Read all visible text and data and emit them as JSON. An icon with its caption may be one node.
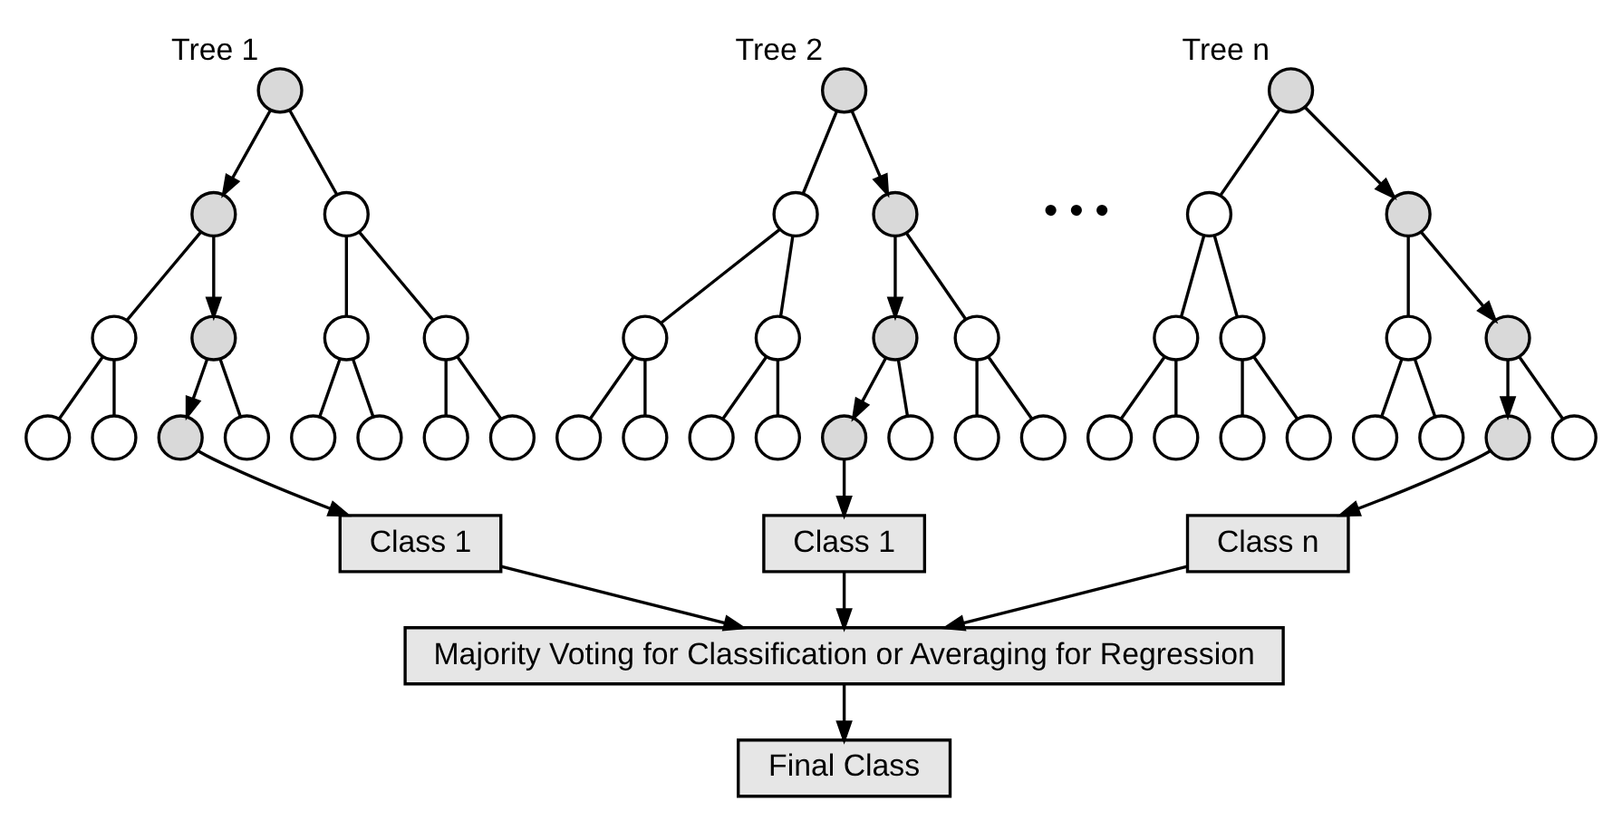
{
  "diagram": {
    "nodes": [
      {
        "text": [],
        "shape": "circle",
        "beside": [
          "Tree 1"
        ]
      },
      {
        "text": [],
        "shape": "circle"
      },
      {
        "text": [],
        "shape": "circle"
      },
      {
        "text": [],
        "shape": "circle"
      },
      {
        "text": [],
        "shape": "circle"
      },
      {
        "text": [],
        "shape": "circle"
      },
      {
        "text": [],
        "shape": "circle"
      },
      {
        "text": [],
        "shape": "circle"
      },
      {
        "text": [],
        "shape": "circle"
      },
      {
        "text": [],
        "shape": "circle"
      },
      {
        "text": [],
        "shape": "circle"
      },
      {
        "text": [],
        "shape": "circle"
      },
      {
        "text": [],
        "shape": "circle"
      },
      {
        "text": [],
        "shape": "circle"
      },
      {
        "text": [],
        "shape": "circle"
      },
      {
        "text": [],
        "shape": "circle",
        "beside": [
          "Tree 2"
        ]
      },
      {
        "text": [],
        "shape": "circle"
      },
      {
        "text": [],
        "shape": "circle"
      },
      {
        "text": [],
        "shape": "circle"
      },
      {
        "text": [],
        "shape": "circle"
      },
      {
        "text": [],
        "shape": "circle"
      },
      {
        "text": [],
        "shape": "circle"
      },
      {
        "text": [],
        "shape": "circle"
      },
      {
        "text": [],
        "shape": "circle"
      },
      {
        "text": [],
        "shape": "circle"
      },
      {
        "text": [],
        "shape": "circle"
      },
      {
        "text": [],
        "shape": "circle"
      },
      {
        "text": [],
        "shape": "circle"
      },
      {
        "text": [],
        "shape": "circle"
      },
      {
        "text": [],
        "shape": "circle"
      },
      {
        "text": [],
        "shape": "circle",
        "beside": [
          "Tree n"
        ]
      },
      {
        "text": [],
        "shape": "circle"
      },
      {
        "text": [],
        "shape": "circle"
      },
      {
        "text": [],
        "shape": "circle"
      },
      {
        "text": [],
        "shape": "circle"
      },
      {
        "text": [],
        "shape": "circle"
      },
      {
        "text": [],
        "shape": "circle"
      },
      {
        "text": [],
        "shape": "circle"
      },
      {
        "text": [],
        "shape": "circle"
      },
      {
        "text": [],
        "shape": "circle"
      },
      {
        "text": [],
        "shape": "circle"
      },
      {
        "text": [],
        "shape": "circle"
      },
      {
        "text": [],
        "shape": "circle"
      },
      {
        "text": [],
        "shape": "circle"
      },
      {
        "text": [],
        "shape": "circle"
      },
      {
        "text": [
          "Class 1"
        ]
      },
      {
        "text": [
          "Class 1"
        ]
      },
      {
        "text": [
          "Class n"
        ]
      },
      {
        "text": [
          "Majority Voting for Classification or Averaging for Regression"
        ]
      },
      {
        "text": [
          "Final Class"
        ]
      }
    ],
    "edges": [
      {
        "from": 0,
        "to": 1,
        "arrow": "to"
      },
      {
        "from": 0,
        "to": 2,
        "arrow": "none"
      },
      {
        "from": 1,
        "to": 3,
        "arrow": "none"
      },
      {
        "from": 1,
        "to": 4,
        "arrow": "to"
      },
      {
        "from": 2,
        "to": 5,
        "arrow": "none"
      },
      {
        "from": 2,
        "to": 6,
        "arrow": "none"
      },
      {
        "from": 3,
        "to": 7,
        "arrow": "none"
      },
      {
        "from": 3,
        "to": 8,
        "arrow": "none"
      },
      {
        "from": 4,
        "to": 9,
        "arrow": "to"
      },
      {
        "from": 4,
        "to": 10,
        "arrow": "none"
      },
      {
        "from": 5,
        "to": 11,
        "arrow": "none"
      },
      {
        "from": 5,
        "to": 12,
        "arrow": "none"
      },
      {
        "from": 6,
        "to": 13,
        "arrow": "none"
      },
      {
        "from": 6,
        "to": 14,
        "arrow": "none"
      },
      {
        "from": 15,
        "to": 16,
        "arrow": "none"
      },
      {
        "from": 15,
        "to": 17,
        "arrow": "to"
      },
      {
        "from": 16,
        "to": 18,
        "arrow": "none"
      },
      {
        "from": 16,
        "to": 19,
        "arrow": "none"
      },
      {
        "from": 17,
        "to": 20,
        "arrow": "to"
      },
      {
        "from": 17,
        "to": 21,
        "arrow": "none"
      },
      {
        "from": 18,
        "to": 22,
        "arrow": "none"
      },
      {
        "from": 18,
        "to": 23,
        "arrow": "none"
      },
      {
        "from": 19,
        "to": 24,
        "arrow": "none"
      },
      {
        "from": 19,
        "to": 25,
        "arrow": "none"
      },
      {
        "from": 20,
        "to": 26,
        "arrow": "to"
      },
      {
        "from": 20,
        "to": 27,
        "arrow": "none"
      },
      {
        "from": 21,
        "to": 28,
        "arrow": "none"
      },
      {
        "from": 21,
        "to": 29,
        "arrow": "none"
      },
      {
        "from": 30,
        "to": 31,
        "arrow": "none"
      },
      {
        "from": 30,
        "to": 32,
        "arrow": "to"
      },
      {
        "from": 31,
        "to": 33,
        "arrow": "none"
      },
      {
        "from": 31,
        "to": 34,
        "arrow": "none"
      },
      {
        "from": 32,
        "to": 35,
        "arrow": "none"
      },
      {
        "from": 32,
        "to": 36,
        "arrow": "to"
      },
      {
        "from": 33,
        "to": 37,
        "arrow": "none"
      },
      {
        "from": 33,
        "to": 38,
        "arrow": "none"
      },
      {
        "from": 34,
        "to": 39,
        "arrow": "none"
      },
      {
        "from": 34,
        "to": 40,
        "arrow": "none"
      },
      {
        "from": 35,
        "to": 41,
        "arrow": "none"
      },
      {
        "from": 35,
        "to": 42,
        "arrow": "none"
      },
      {
        "from": 36,
        "to": 43,
        "arrow": "to"
      },
      {
        "from": 36,
        "to": 44,
        "arrow": "none"
      },
      {
        "from": 9,
        "to": 45,
        "arrow": "to"
      },
      {
        "from": 26,
        "to": 46,
        "arrow": "to"
      },
      {
        "from": 43,
        "to": 47,
        "arrow": "to"
      },
      {
        "from": 45,
        "to": 48,
        "arrow": "to"
      },
      {
        "from": 46,
        "to": 48,
        "arrow": "to"
      },
      {
        "from": 47,
        "to": 48,
        "arrow": "to"
      },
      {
        "from": 48,
        "to": 49,
        "arrow": "to"
      }
    ],
    "labels": [
      "• • •"
    ]
  }
}
